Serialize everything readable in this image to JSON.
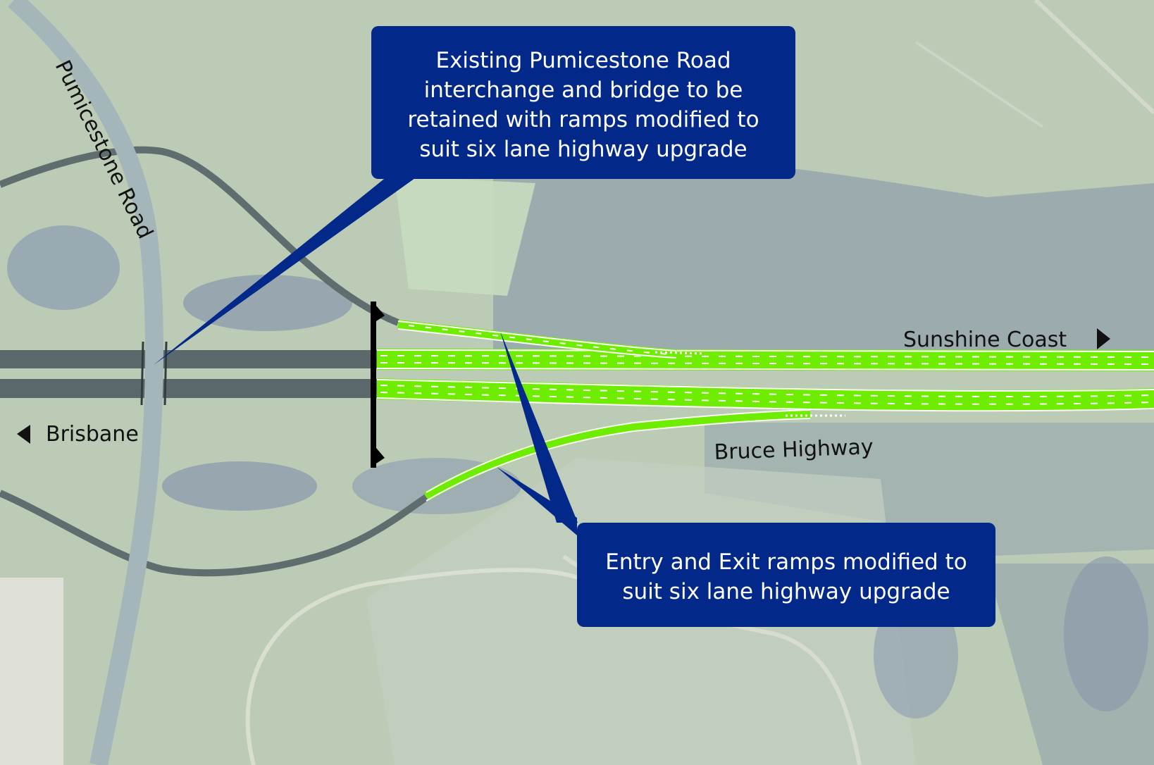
{
  "map": {
    "type": "aerial-interchange-diagram",
    "colors": {
      "callout_bg": "#02298a",
      "upgrade_road": "#6fed00",
      "existing_highway": "#5a686b",
      "existing_ramp": "#5f6d6f",
      "local_road": "#a4b6b9",
      "background_green": "#b9c8b4",
      "label_text": "#111111"
    },
    "callouts": [
      {
        "id": "interchange-callout",
        "lines": [
          "Existing Pumicestone Road",
          "interchange and bridge to be",
          "retained with ramps modified to",
          "suit six lane highway upgrade"
        ]
      },
      {
        "id": "ramps-callout",
        "lines": [
          "Entry and Exit ramps modified to",
          "suit six lane highway upgrade"
        ]
      }
    ],
    "labels": {
      "pumicestone_road": "Pumicestone Road",
      "bruce_highway": "Bruce Highway",
      "brisbane": "Brisbane",
      "sunshine_coast": "Sunshine Coast"
    },
    "direction_icons": {
      "brisbane": "arrow-left-icon",
      "sunshine_coast": "arrow-right-icon"
    }
  }
}
